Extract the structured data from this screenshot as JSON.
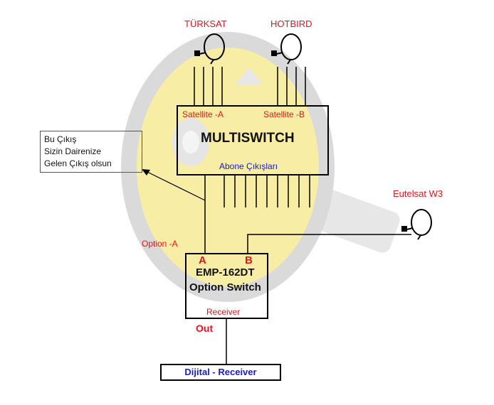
{
  "satellites": {
    "turksat": "TÜRKSAT",
    "hotbird": "HOTBIRD",
    "eutelsat": "Eutelsat W3"
  },
  "multiswitch": {
    "title": "MULTISWITCH",
    "input_a": "Satellite -A",
    "input_b": "Satellite -B",
    "outputs_label": "Abone Çıkışları"
  },
  "note": {
    "line1": "Bu Çıkış",
    "line2": "Sizin Dairenize",
    "line3": "Gelen Çıkış  olsun"
  },
  "option_label": "Option -A",
  "option_switch": {
    "port_a": "A",
    "port_b": "B",
    "model": "EMP-162DT",
    "name": "Option Switch",
    "receiver_label": "Receiver",
    "out_label": "Out"
  },
  "receiver_box": {
    "label": "Dijital - Receiver"
  },
  "colors": {
    "label_red": "#e0141e",
    "label_blue": "#1a1acc",
    "watermark_yellow": "#f7eda0",
    "watermark_gray": "#d8d8d8"
  }
}
